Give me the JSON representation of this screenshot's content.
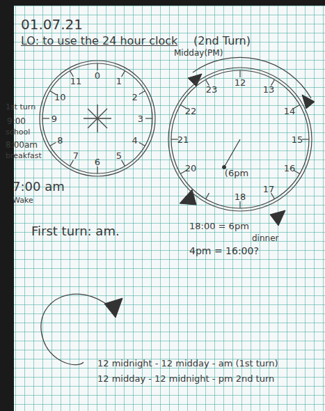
{
  "diagram": {
    "title": "LO: to use the 24 hour clock",
    "nodes": [
      {
        "text": [
          "0",
          "1",
          "2",
          "3",
          "4",
          "5",
          "6",
          "7",
          "8",
          "9",
          "10",
          "11"
        ]
      },
      {
        "text": [
          "12",
          "13",
          "14",
          "15",
          "16",
          "17",
          "18",
          "20",
          "21",
          "22",
          "23",
          "(6pm"
        ]
      }
    ],
    "labels": [
      "01.07.21",
      "(2nd Turn)",
      "1st turn",
      "9:00",
      "school",
      "8:00am",
      "breakfast",
      "7:00 am",
      "Wake",
      "First turn: am.",
      "Midday(PM)",
      "18:00 = 6pm",
      "dinner",
      "4pm = 16:00?",
      "12 midnight - 12 midday - am (1st turn)",
      "12 midday - 12 midnight - pm 2nd turn"
    ]
  }
}
